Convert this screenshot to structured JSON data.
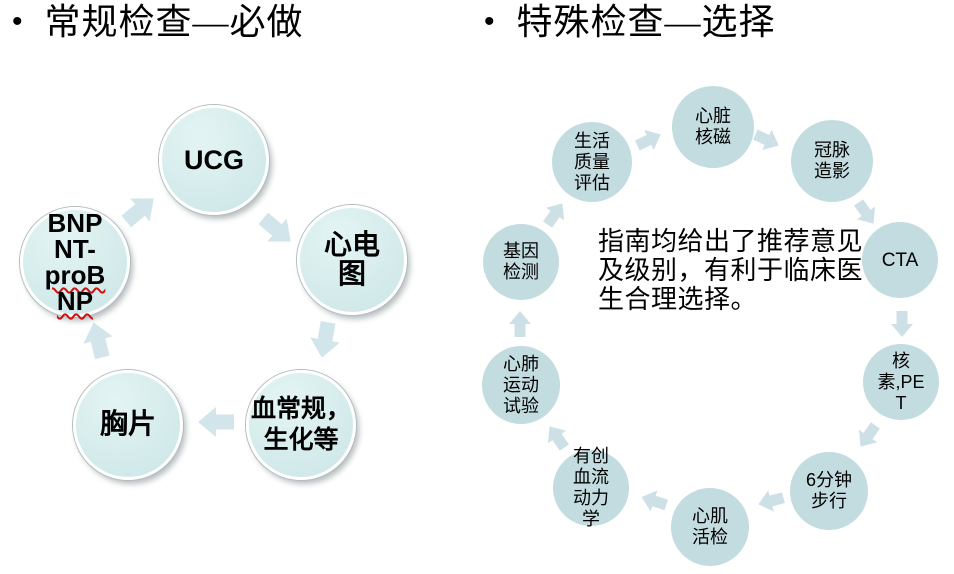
{
  "left_panel": {
    "bullet": "•",
    "title": "常规检查—必做",
    "cycle": [
      {
        "id": "ucg",
        "label": "UCG"
      },
      {
        "id": "ecg",
        "label": "心电\n图"
      },
      {
        "id": "blood",
        "label": "血常规，\n生化等"
      },
      {
        "id": "chest-xray",
        "label": "胸片"
      },
      {
        "id": "bnp",
        "line1": "BNP",
        "line2": "NT-",
        "line3": "proB",
        "line4": "NP"
      }
    ]
  },
  "right_panel": {
    "bullet": "•",
    "title": "特殊检查—选择",
    "center_text": "指南均给出了推荐意见\n及级别，有利于临床医\n生合理选择。",
    "cycle": [
      {
        "id": "cardiac-mri",
        "label": "心脏\n核磁"
      },
      {
        "id": "coronary-angiography",
        "label": "冠脉\n造影"
      },
      {
        "id": "cta",
        "label": "CTA"
      },
      {
        "id": "nuclear-pet",
        "label": "核\n素,PE\nT"
      },
      {
        "id": "six-min-walk",
        "label": "6分钟\n步行"
      },
      {
        "id": "myocardial-biopsy",
        "label": "心肌\n活检"
      },
      {
        "id": "invasive-hemodynamics",
        "label": "有创\n血流\n动力\n学"
      },
      {
        "id": "cpet",
        "label": "心肺\n运动\n试验"
      },
      {
        "id": "genetic-testing",
        "label": "基因\n检测"
      },
      {
        "id": "qol-assessment",
        "label": "生活\n质量\n评估"
      }
    ]
  },
  "colors": {
    "left_circle_fill": "#d6ecec",
    "right_circle_fill": "#c3dcdf",
    "arrow_fill": "#d2e5ea",
    "spellcheck_underline": "#cc1111",
    "text": "#000000",
    "background": "#ffffff"
  }
}
